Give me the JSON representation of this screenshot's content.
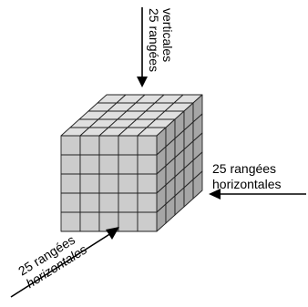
{
  "labels": {
    "top_line1": "25 rangées",
    "top_line2": "verticales",
    "right_line1": "25 rangées",
    "right_line2": "horizontales",
    "bottom_line1": "25 rangées",
    "bottom_line2": "horizontales"
  },
  "cube": {
    "grid": 5,
    "front_fill": "#cccccc",
    "top_fill": "#e0e0e0",
    "side_fill": "#a6a6a6",
    "edge_color": "#222222",
    "line_color": "#000000"
  }
}
